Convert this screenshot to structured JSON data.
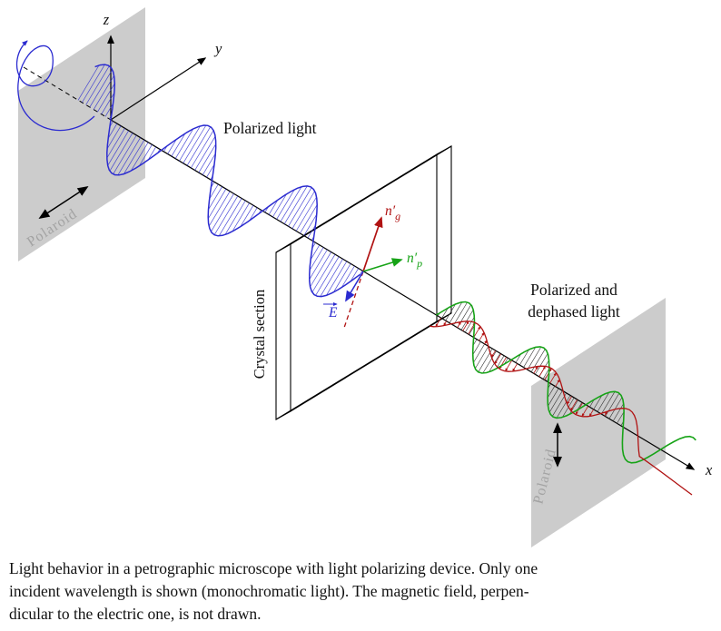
{
  "colors": {
    "blue": "#2b2bd0",
    "green": "#17a317",
    "dark_red": "#b01212",
    "hatch": "#333333",
    "polaroid_fill": "#cccccc",
    "polaroid_text": "#a3a3a3",
    "black": "#000000"
  },
  "axes": {
    "x": "x",
    "y": "y",
    "z": "z"
  },
  "labels": {
    "polarized_light": "Polarized light",
    "dephased_1": "Polarized and",
    "dephased_2": "dephased light",
    "crystal": "Crystal section",
    "polaroid_left": "Polaroid",
    "polaroid_right": "Polaroid",
    "ng_main": "n′",
    "ng_sub": "g",
    "np_main": "n′",
    "np_sub": "p",
    "e_field": "E"
  },
  "caption": {
    "line1": "Light behavior in a petrographic microscope with light polarizing device. Only one",
    "line2": "incident wavelength is shown (monochromatic light). The magnetic field, perpen-",
    "line3": "dicular to the electric one, is not drawn."
  }
}
